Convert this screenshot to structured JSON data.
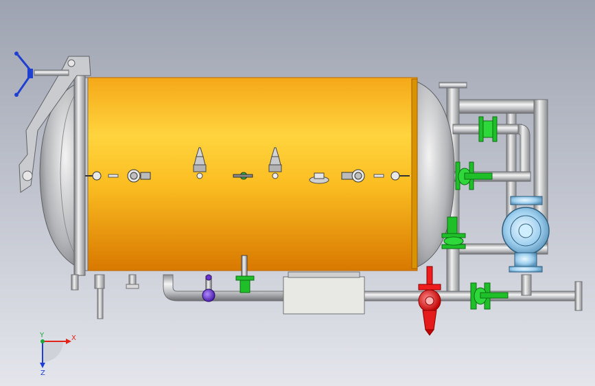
{
  "triad": {
    "x_label": "X",
    "y_label": "Y",
    "z_label": "Z"
  },
  "colors": {
    "background_top": "#9ea3b1",
    "background_bottom": "#e4e6ec",
    "tank_body": "#f7b21c",
    "tank_highlight": "#ffd23c",
    "tank_shadow": "#d97f00",
    "steel": "#c7c9cc",
    "steel_dark": "#808285",
    "valve_green": "#1fbf2a",
    "valve_red": "#ee1c1c",
    "valve_purple": "#6a35c9",
    "pump_blue": "#a9d6f2",
    "handle_blue": "#1f3fd1",
    "axis_x": "#e2231a",
    "axis_y": "#18a83a",
    "axis_z": "#1f3fd1"
  }
}
